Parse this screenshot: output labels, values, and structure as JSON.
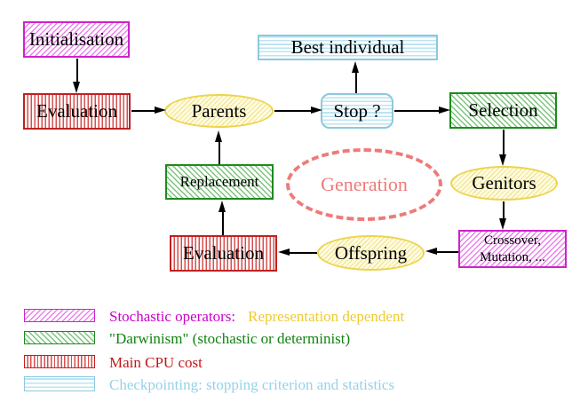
{
  "nodes": {
    "initialisation": "Initialisation",
    "evaluation_top": "Evaluation",
    "parents": "Parents",
    "best_individual": "Best individual",
    "stop": "Stop ?",
    "selection": "Selection",
    "genitors": "Genitors",
    "crossover_line1": "Crossover,",
    "crossover_line2": "Mutation, ...",
    "replacement": "Replacement",
    "generation": "Generation",
    "offspring": "Offspring",
    "evaluation_bottom": "Evaluation"
  },
  "edges": [
    {
      "from": "initialisation",
      "to": "evaluation_top"
    },
    {
      "from": "evaluation_top",
      "to": "parents"
    },
    {
      "from": "parents",
      "to": "stop"
    },
    {
      "from": "stop",
      "to": "best_individual"
    },
    {
      "from": "stop",
      "to": "selection"
    },
    {
      "from": "selection",
      "to": "genitors"
    },
    {
      "from": "genitors",
      "to": "crossover_mutation"
    },
    {
      "from": "crossover_mutation",
      "to": "offspring"
    },
    {
      "from": "offspring",
      "to": "evaluation_bottom"
    },
    {
      "from": "evaluation_bottom",
      "to": "replacement"
    },
    {
      "from": "replacement",
      "to": "parents"
    }
  ],
  "legend": {
    "row1": {
      "primary": "Stochastic operators:",
      "secondary": "Representation dependent"
    },
    "row2": {
      "label": "\"Darwinism\" (stochastic or determinist)"
    },
    "row3": {
      "label": "Main CPU cost"
    },
    "row4": {
      "label": "Checkpointing: stopping criterion and statistics"
    }
  },
  "colors": {
    "magenta": "#cc22cc",
    "green": "#1d8a1d",
    "red": "#c02020",
    "light_blue": "#8cc8de",
    "yellow_border": "#ecd44c",
    "gold_text": "#eecb30",
    "salmon": "#ee7a7a",
    "text": "#000000"
  }
}
